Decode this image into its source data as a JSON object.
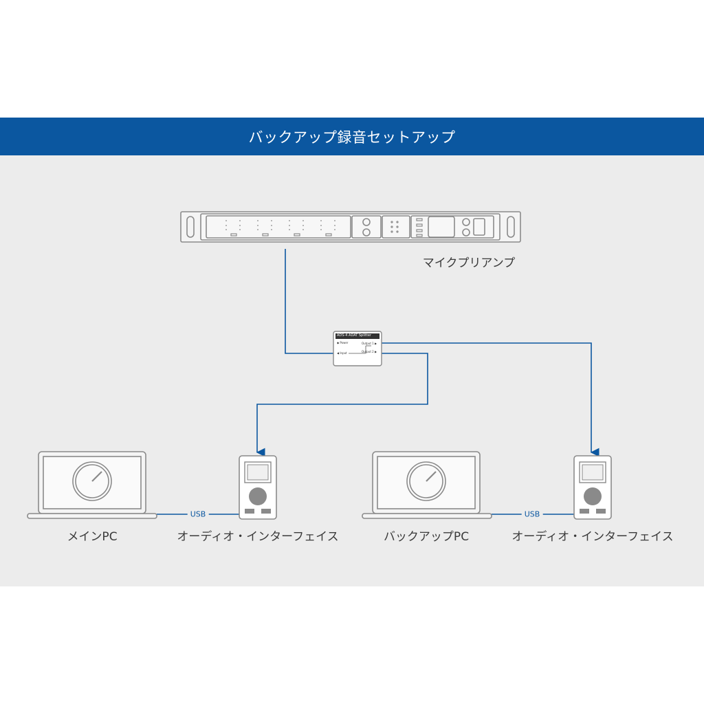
{
  "title": "バックアップ録音セットアップ",
  "devices": {
    "preamp": "マイクプリアンプ",
    "main_pc": "メインPC",
    "interface_1": "オーディオ・インターフェイス",
    "backup_pc": "バックアップPC",
    "interface_2": "オーディオ・インターフェイス"
  },
  "splitter": {
    "name": "ADS-4 ADAT Splitter",
    "power": "◆ Power",
    "output1": "Output 1 ▶",
    "output2": "Output 2 ▶",
    "input": "◀ Input"
  },
  "connections": {
    "usb_1": "USB",
    "usb_2": "USB"
  },
  "colors": {
    "header": "#0b57a0",
    "line": "#0b57a0",
    "panel": "#ececec",
    "device_stroke": "#8a8a8a"
  }
}
